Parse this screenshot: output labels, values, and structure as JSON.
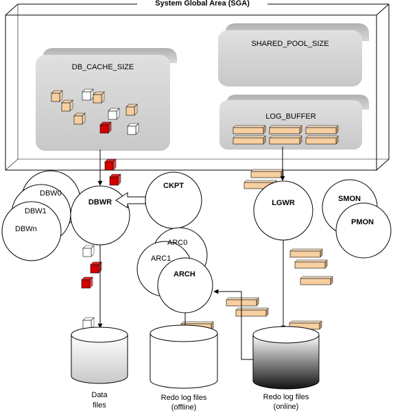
{
  "sga": {
    "title": "System Global Area (SGA)"
  },
  "memory": {
    "db_cache_size": "DB_CACHE_SIZE",
    "shared_pool_size": "SHARED_POOL_SIZE",
    "log_buffer": "LOG_BUFFER"
  },
  "processes": {
    "dbw0": "DBW0",
    "dbw1": "DBW1",
    "dbwn": "DBWn",
    "dbwr": "DBWR",
    "ckpt": "CKPT",
    "lgwr": "LGWR",
    "smon": "SMON",
    "pmon": "PMON",
    "arc0": "ARC0",
    "arc1": "ARC1",
    "arch": "ARCH"
  },
  "storage": {
    "data_files": [
      "Data",
      "files"
    ],
    "redo_offline": [
      "Redo log files",
      "(offline)"
    ],
    "redo_online": [
      "Redo log files",
      "(online)"
    ]
  },
  "colors": {
    "block_white": "#ffffff",
    "block_red": "#d40000",
    "block_tan": "#f7cfa0",
    "pool_gray": "#cfcfcf",
    "line": "#000000"
  },
  "icons": [
    "dirty-block-icon",
    "clean-block-icon",
    "redo-entry-icon",
    "disk-cylinder-icon",
    "arrow-icon"
  ]
}
